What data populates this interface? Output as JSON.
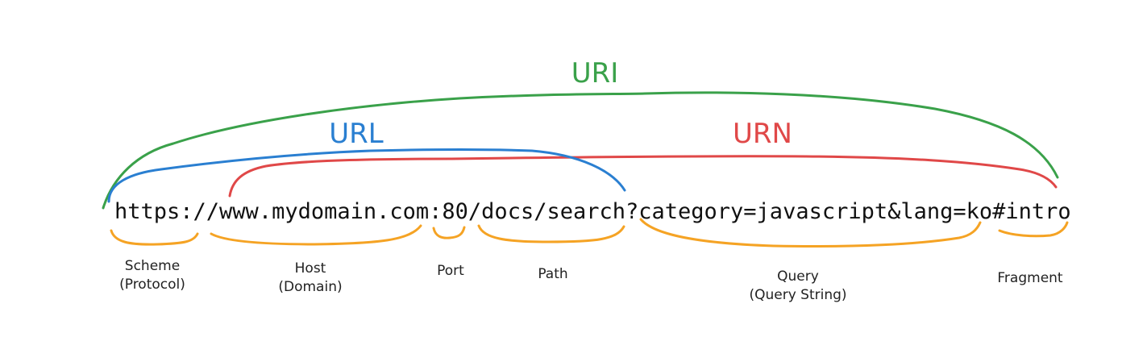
{
  "colors": {
    "uri": "#3aa14a",
    "url": "#2a7fd1",
    "urn": "#e04848",
    "parts": "#f5a324",
    "text": "#111111"
  },
  "titles": {
    "uri": "URI",
    "url": "URL",
    "urn": "URN"
  },
  "url_segments": [
    "https://",
    "www.mydomain.com",
    ":80",
    "/docs/search",
    "?category=javascript&lang=ko",
    "#intro"
  ],
  "parts": [
    {
      "label_line1": "Scheme",
      "label_line2": "(Protocol)"
    },
    {
      "label_line1": "Host",
      "label_line2": "(Domain)"
    },
    {
      "label_line1": "Port",
      "label_line2": ""
    },
    {
      "label_line1": "Path",
      "label_line2": ""
    },
    {
      "label_line1": "Query",
      "label_line2": "(Query String)"
    },
    {
      "label_line1": "Fragment",
      "label_line2": ""
    }
  ]
}
